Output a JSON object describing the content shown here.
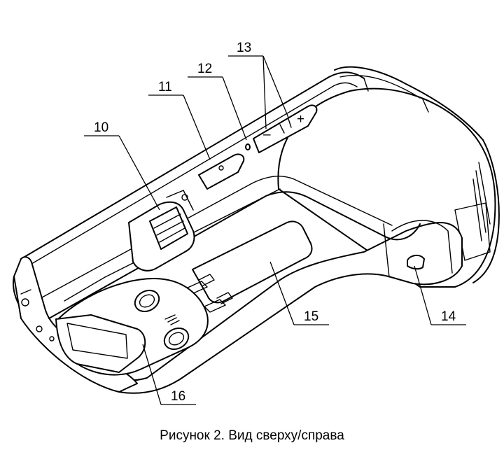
{
  "figure": {
    "caption": "Рисунок 2. Вид сверху/справа",
    "callouts": {
      "c10": "10",
      "c11": "11",
      "c12": "12",
      "c13": "13",
      "c14": "14",
      "c15": "15",
      "c16": "16"
    }
  }
}
